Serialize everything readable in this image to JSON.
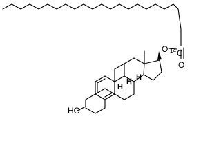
{
  "molecule": {
    "atoms": {
      "ester_oxygen": "O",
      "carbonyl_carbon": "C",
      "carbonyl_oxygen": "O",
      "isotope_mass": "14",
      "hydroxyl": "HO",
      "h_8": "H",
      "h_9": "H",
      "h_14": "H"
    }
  },
  "colors": {
    "bond": "#000000",
    "background": "#ffffff"
  }
}
